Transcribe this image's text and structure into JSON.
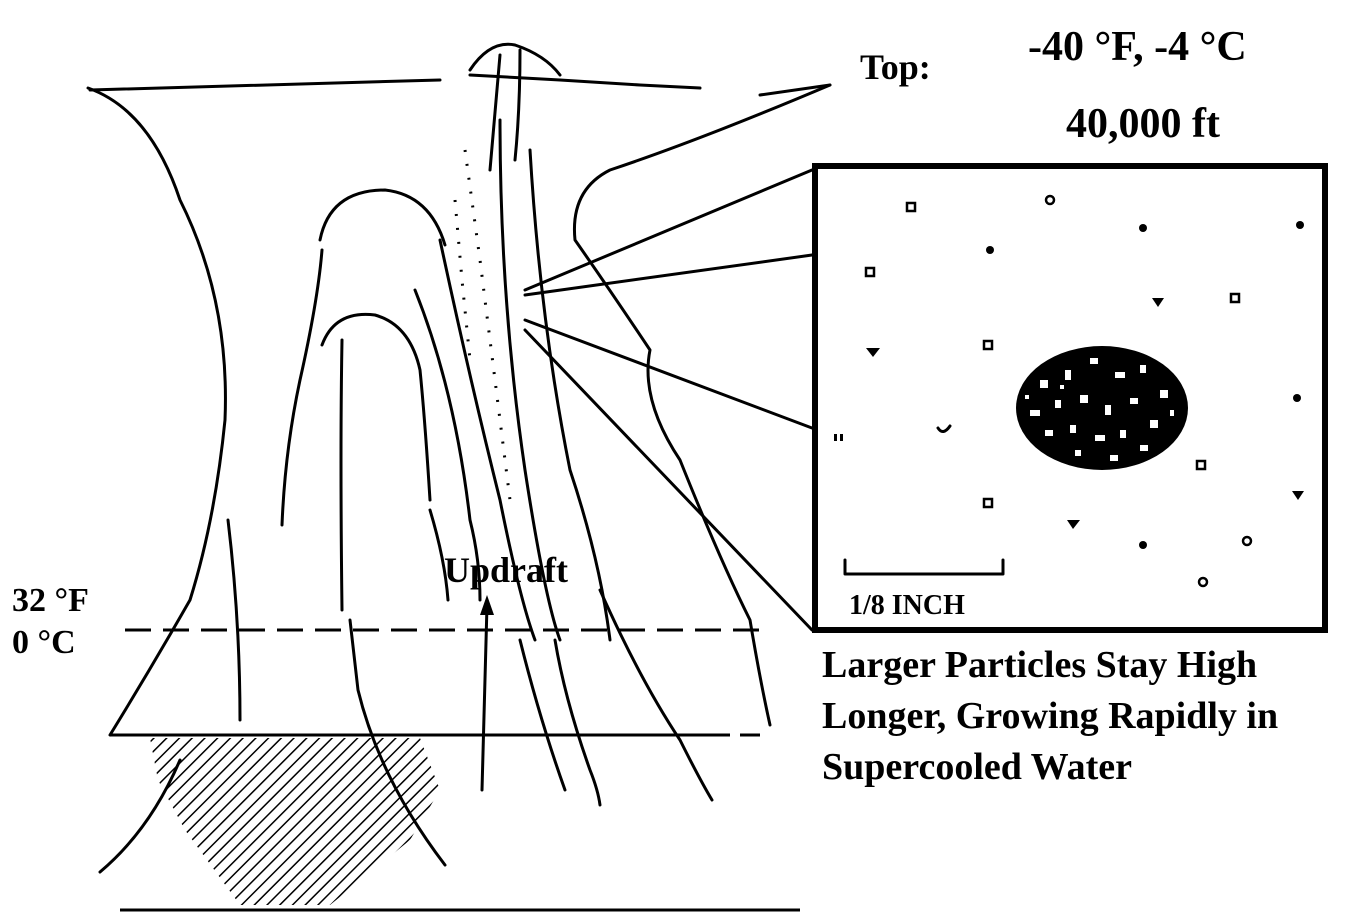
{
  "labels": {
    "top_word": "Top:",
    "top_temp": "-40 °F, -4 °C",
    "top_altitude": "40,000 ft",
    "freezing_f": "32 °F",
    "freezing_c": "0 °C",
    "updraft": "Updraft",
    "scale": "1/8 INCH",
    "caption_line1": "Larger Particles Stay High",
    "caption_line2": "Longer, Growing Rapidly in",
    "caption_line3": "Supercooled Water"
  },
  "colors": {
    "ink": "#000000",
    "background": "#ffffff"
  }
}
